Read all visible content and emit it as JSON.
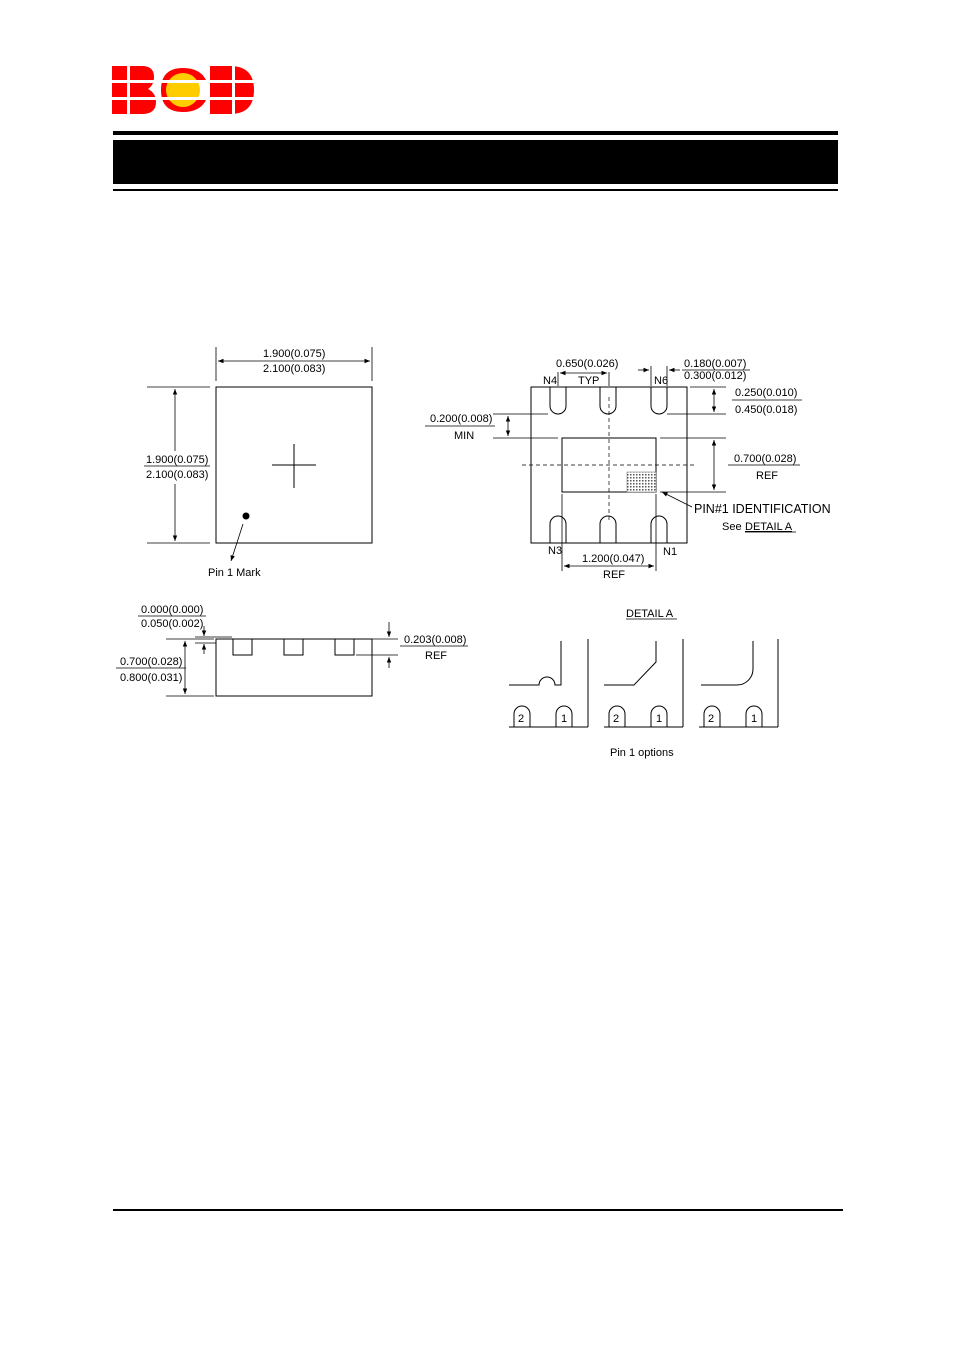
{
  "logo": {
    "text": "BCD",
    "colors": {
      "letters": "#ff0000",
      "circle": "#ffcc00",
      "stripes": "#ffffff"
    }
  },
  "header": {
    "band_color": "#000000"
  },
  "top_view": {
    "width_max": "1.900(0.075)",
    "width_min": "2.100(0.083)",
    "height_max": "1.900(0.075)",
    "height_min": "2.100(0.083)",
    "pin1_mark": "Pin 1 Mark"
  },
  "bottom_view": {
    "pitch": "0.650(0.026)",
    "pitch_note": "TYP",
    "lead_w_a": "0.180(0.007)",
    "lead_w_b": "0.300(0.012)",
    "lead_l_a": "0.250(0.010)",
    "lead_l_b": "0.450(0.018)",
    "min_val": "0.200(0.008)",
    "min_note": "MIN",
    "pad_h": "0.700(0.028)",
    "pad_h_note": "REF",
    "pad_w": "1.200(0.047)",
    "pad_w_note": "REF",
    "pin_labels": {
      "n4": "N4",
      "n6": "N6",
      "n3": "N3",
      "n1": "N1"
    },
    "pin1_id": "PIN#1 IDENTIFICATION",
    "see": "See",
    "detail_link": "DETAIL A"
  },
  "side_view": {
    "standoff_a": "0.000(0.000)",
    "standoff_b": "0.050(0.002)",
    "thick_a": "0.700(0.028)",
    "thick_b": "0.800(0.031)",
    "lead_t": "0.203(0.008)",
    "lead_t_note": "REF"
  },
  "detail_a": {
    "title": "DETAIL A",
    "pin2": "2",
    "pin1": "1",
    "caption": "Pin 1 options"
  }
}
